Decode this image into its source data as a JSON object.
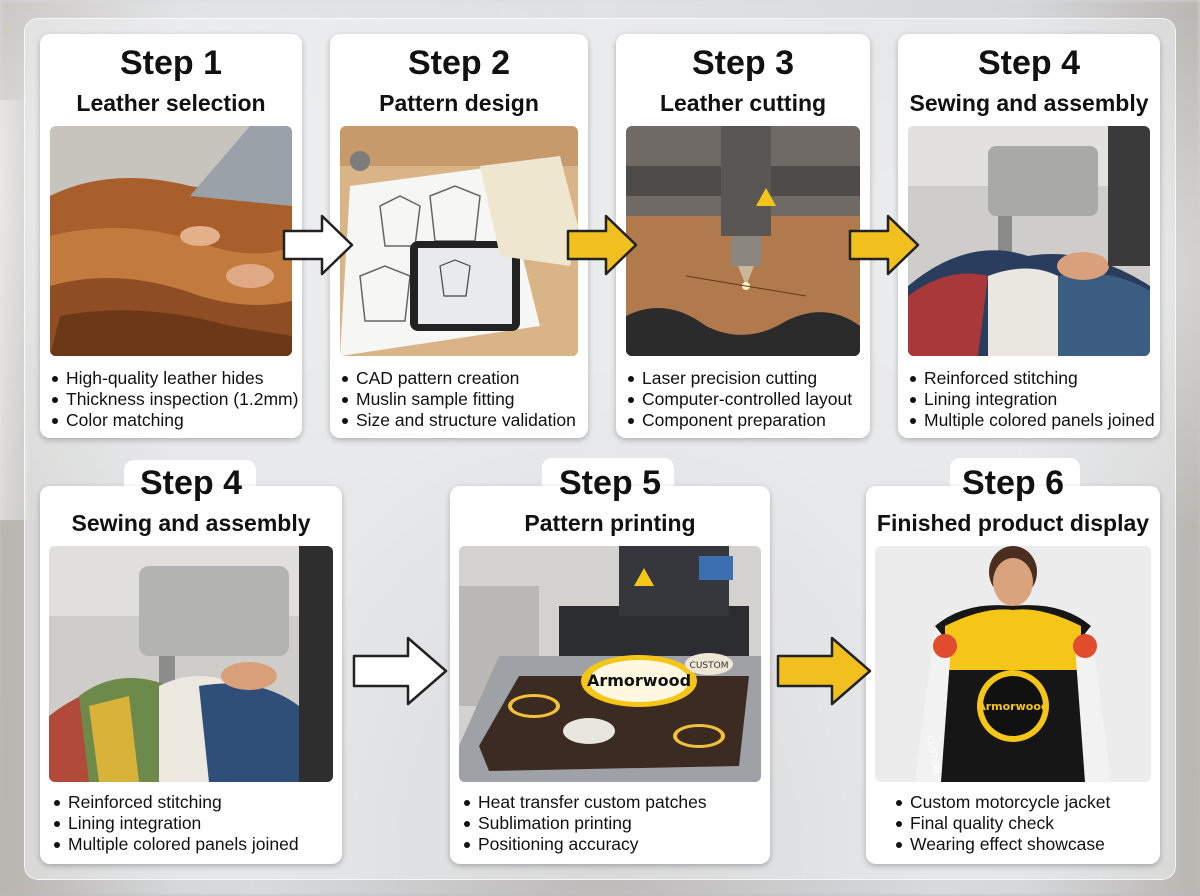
{
  "colors": {
    "arrow_white": "#ffffff",
    "arrow_yellow": "#f2c01e",
    "jacket_yellow": "#f5c518",
    "leather_brown": "#b06a33"
  },
  "steps": [
    {
      "title": "Step 1",
      "subtitle": "Leather selection",
      "photo_icon": "leather-hides-photo",
      "bullets": [
        "High-quality leather hides",
        "Thickness inspection (1.2mm)",
        "Color matching"
      ]
    },
    {
      "title": "Step 2",
      "subtitle": "Pattern design",
      "photo_icon": "pattern-sketches-photo",
      "bullets": [
        "CAD pattern creation",
        "Muslin sample fitting",
        "Size and structure validation"
      ]
    },
    {
      "title": "Step 3",
      "subtitle": "Leather cutting",
      "photo_icon": "laser-cutter-photo",
      "bullets": [
        "Laser precision cutting",
        "Computer-controlled layout",
        "Component preparation"
      ]
    },
    {
      "title": "Step 4",
      "subtitle": "Sewing and assembly",
      "photo_icon": "sewing-machine-photo",
      "bullets": [
        "Reinforced stitching",
        "Lining integration",
        "Multiple colored panels joined"
      ]
    },
    {
      "title": "Step 4",
      "subtitle": "Sewing and assembly",
      "photo_icon": "sewing-machine-photo",
      "bullets": [
        "Reinforced stitching",
        "Lining integration",
        "Multiple colored panels joined"
      ]
    },
    {
      "title": "Step 5",
      "subtitle": "Pattern printing",
      "photo_icon": "heat-press-photo",
      "patch_text": "Armorwood",
      "patch_small": "CUSTOM",
      "bullets": [
        "Heat transfer custom patches",
        "Sublimation printing",
        "Positioning accuracy"
      ]
    },
    {
      "title": "Step 6",
      "subtitle": "Finished product display",
      "photo_icon": "finished-jacket-photo",
      "jacket_text": "Armorwood",
      "jacket_sleeve": "CUSTOM",
      "bullets": [
        "Custom motorcycle jacket",
        "Final quality check",
        "Wearing effect showcase"
      ]
    }
  ],
  "arrows": [
    "white",
    "yellow",
    "yellow",
    "white",
    "yellow"
  ]
}
